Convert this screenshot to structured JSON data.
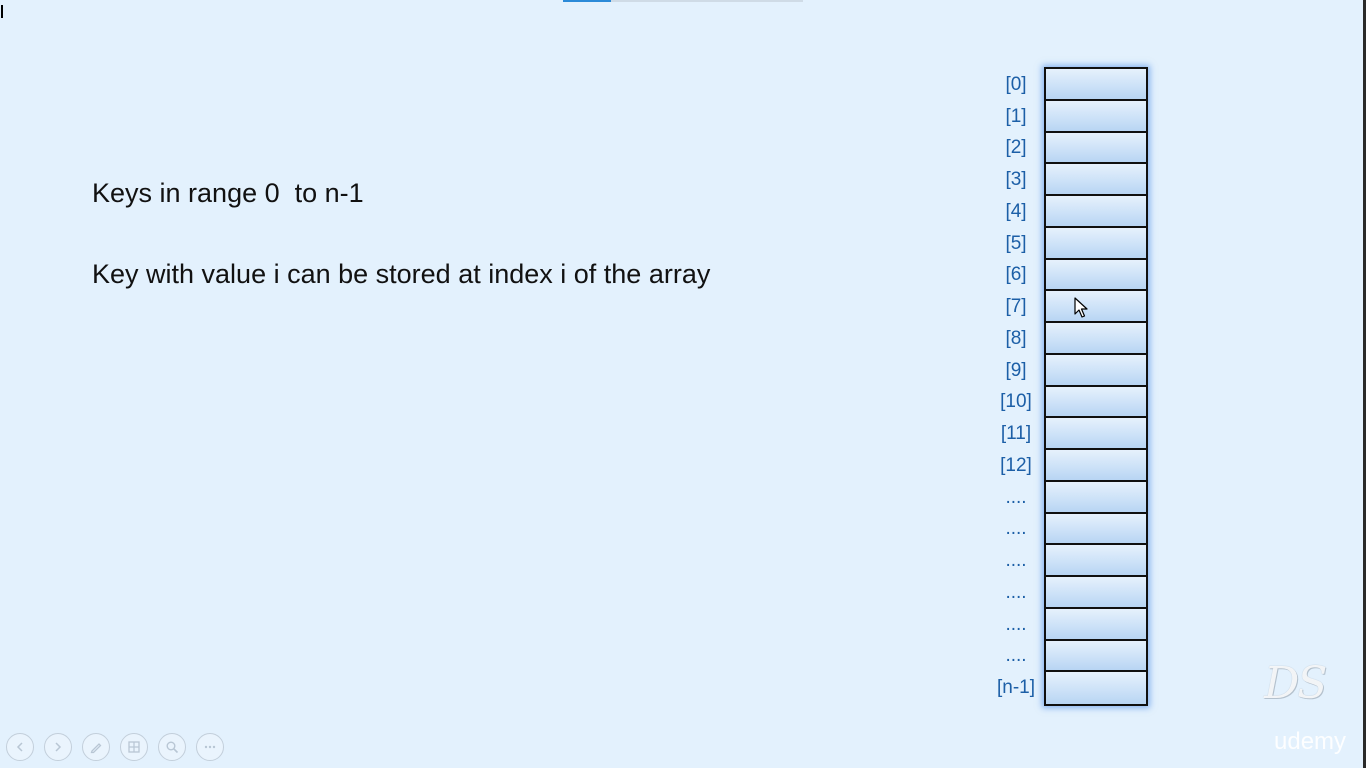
{
  "slide": {
    "line_1": "Keys in range 0  to n-1",
    "line_2": "Key with value i can be stored at index i of the array"
  },
  "array": {
    "index_labels": [
      "[0]",
      "[1]",
      "[2]",
      "[3]",
      "[4]",
      "[5]",
      "[6]",
      "[7]",
      "[8]",
      "[9]",
      "[10]",
      "[11]",
      "[12]",
      "....",
      "....",
      "....",
      "....",
      "....",
      "....",
      "[n-1]"
    ]
  },
  "branding": {
    "watermark": "DS",
    "provider": "udemy"
  },
  "controls": {
    "icons": [
      "previous-icon",
      "next-icon",
      "pen-icon",
      "slides-icon",
      "zoom-icon",
      "more-icon"
    ]
  },
  "colors": {
    "background": "#e3f1fd",
    "index_label": "#1c5fa7",
    "cell_fill": "#cde2f8",
    "cell_glow": "#3c82e6"
  }
}
